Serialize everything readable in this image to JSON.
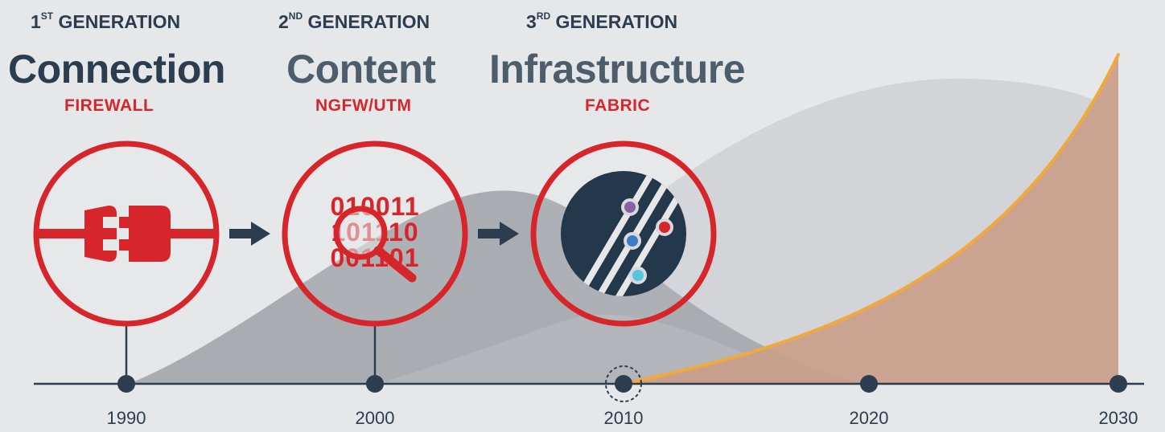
{
  "generations": [
    {
      "ordinal": "1",
      "suffix": "ST",
      "label": "GENERATION",
      "title": "Connection",
      "subtitle": "FIREWALL"
    },
    {
      "ordinal": "2",
      "suffix": "ND",
      "label": "GENERATION",
      "title": "Content",
      "subtitle": "NGFW/UTM"
    },
    {
      "ordinal": "3",
      "suffix": "RD",
      "label": "GENERATION",
      "title": "Infrastructure",
      "subtitle": "FABRIC"
    }
  ],
  "binary_lines": [
    "010011",
    "101110",
    "001101"
  ],
  "years": [
    "1990",
    "2000",
    "2010",
    "2020",
    "2030"
  ],
  "colors": {
    "navy": "#2c3d4f",
    "red": "#d7262b",
    "background": "#e6e7e9",
    "curve_light": "#cfd1d4",
    "curve_mid": "#adb1b6",
    "growth_fill": "#c9a08a",
    "growth_line": "#f2a93b",
    "slate_title": "#4d5d6b",
    "dot_purple": "#8a5fa6",
    "dot_blue": "#3d7cc9",
    "dot_red": "#d7262b",
    "dot_cyan": "#55c4de"
  },
  "icons": [
    "plug-icon",
    "binary-magnifier-icon",
    "fabric-icon",
    "arrow-right-icon"
  ]
}
